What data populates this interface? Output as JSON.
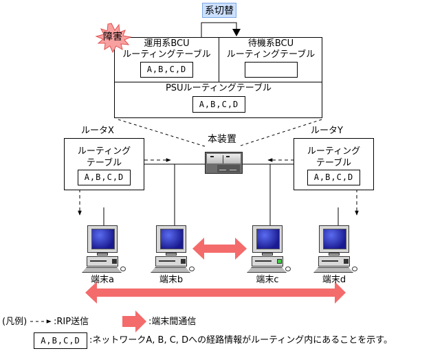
{
  "switchover": {
    "label": "系切替",
    "fill": "#cce0ff",
    "border": "#7aa7e0"
  },
  "fault_badge": {
    "label": "障害",
    "fill": "#f8a0a0",
    "border": "#e05050"
  },
  "device": {
    "label": "本装置",
    "active_bcu": {
      "title": "運用系BCU",
      "subtitle": "ルーティングテーブル",
      "entries": "A,B,C,D"
    },
    "standby_bcu": {
      "title": "待機系BCU",
      "subtitle": "ルーティングテーブル",
      "entries": ""
    },
    "psu": {
      "title": "PSUルーティングテーブル",
      "entries": "A,B,C,D"
    }
  },
  "router_x": {
    "label": "ルータX",
    "table_line1": "ルーティング",
    "table_line2": "テーブル",
    "entries": "A,B,C,D"
  },
  "router_y": {
    "label": "ルータY",
    "table_line1": "ルーティング",
    "table_line2": "テーブル",
    "entries": "A,B,C,D"
  },
  "terminals": [
    {
      "label": "端末a"
    },
    {
      "label": "端末b"
    },
    {
      "label": "端末c"
    },
    {
      "label": "端末d"
    }
  ],
  "communication_arrow_color": "#f46b6b",
  "legend": {
    "prefix": "(凡例)",
    "rip_label": ":RIP送信",
    "comm_label": ":端末間通信",
    "table_sample": "A,B,C,D",
    "table_desc": ":ネットワークA, B, C, Dへの経路情報がルーティング内にあることを示す。"
  }
}
